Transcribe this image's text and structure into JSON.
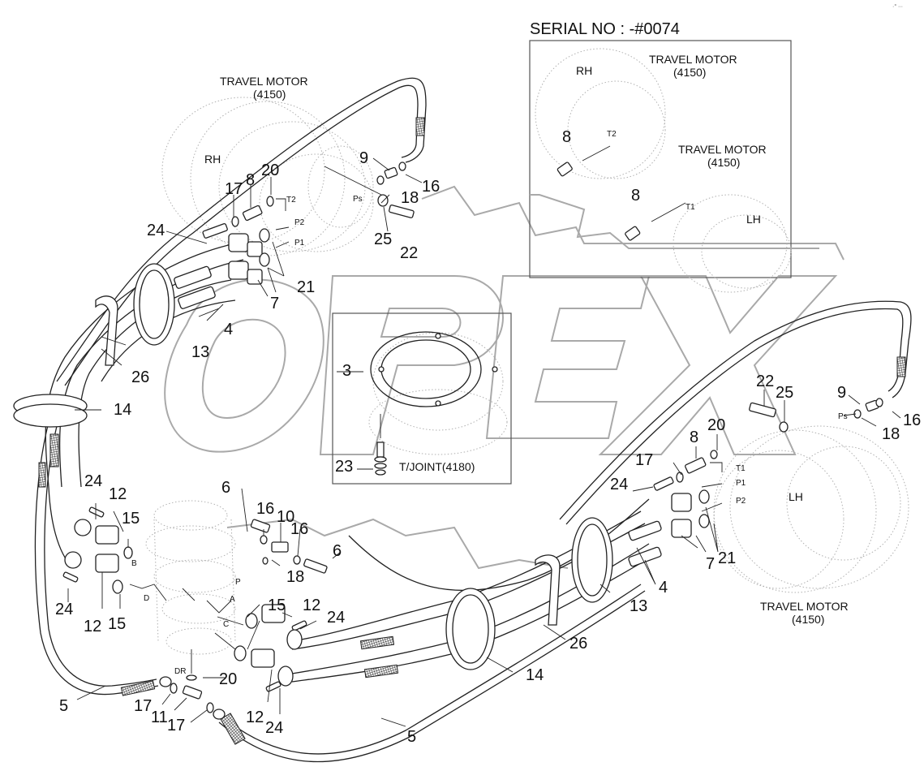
{
  "diagram": {
    "title": "Travel motor hydraulic piping (exploded parts view)",
    "watermark": "OPEX",
    "corner_mark": "·° ∙∙∙",
    "serial_no": "SERIAL NO : -#0074",
    "components": {
      "travel_motor_rh_main": {
        "name": "TRAVEL MOTOR",
        "code": "(4150)",
        "side": "RH"
      },
      "travel_motor_lh_main": {
        "name": "TRAVEL MOTOR",
        "code": "(4150)",
        "side": "LH"
      },
      "inset_motor_rh": {
        "name": "TRAVEL MOTOR",
        "code": "(4150)",
        "side": "RH"
      },
      "inset_motor_lh": {
        "name": "TRAVEL MOTOR",
        "code": "(4150)",
        "side": "LH"
      },
      "turning_joint": {
        "name": "T/JOINT(4180)"
      }
    },
    "ports": {
      "rh_motor": [
        "T2",
        "P2",
        "P1",
        "Ps"
      ],
      "lh_motor": [
        "T1",
        "P1",
        "P2",
        "Ps"
      ],
      "turning_joint": [
        "B",
        "D",
        "P",
        "A",
        "C",
        "DR"
      ],
      "inset": [
        "T2",
        "T1"
      ]
    },
    "callouts": {
      "rh_top": [
        "17",
        "8",
        "20",
        "9",
        "16",
        "18",
        "25",
        "22",
        "24",
        "21",
        "7",
        "4",
        "13",
        "26",
        "14"
      ],
      "inset": [
        "8",
        "8"
      ],
      "joint_box": [
        "3",
        "23"
      ],
      "left_lower": [
        "24",
        "12",
        "15",
        "24",
        "12",
        "15",
        "6",
        "16",
        "10",
        "16",
        "6",
        "18"
      ],
      "center_lower": [
        "15",
        "12",
        "24",
        "12",
        "24",
        "20",
        "5",
        "17",
        "11",
        "17",
        "5",
        "14",
        "26",
        "13",
        "4"
      ],
      "lh_right": [
        "22",
        "25",
        "9",
        "16",
        "18",
        "20",
        "8",
        "17",
        "24",
        "7",
        "21"
      ]
    }
  }
}
